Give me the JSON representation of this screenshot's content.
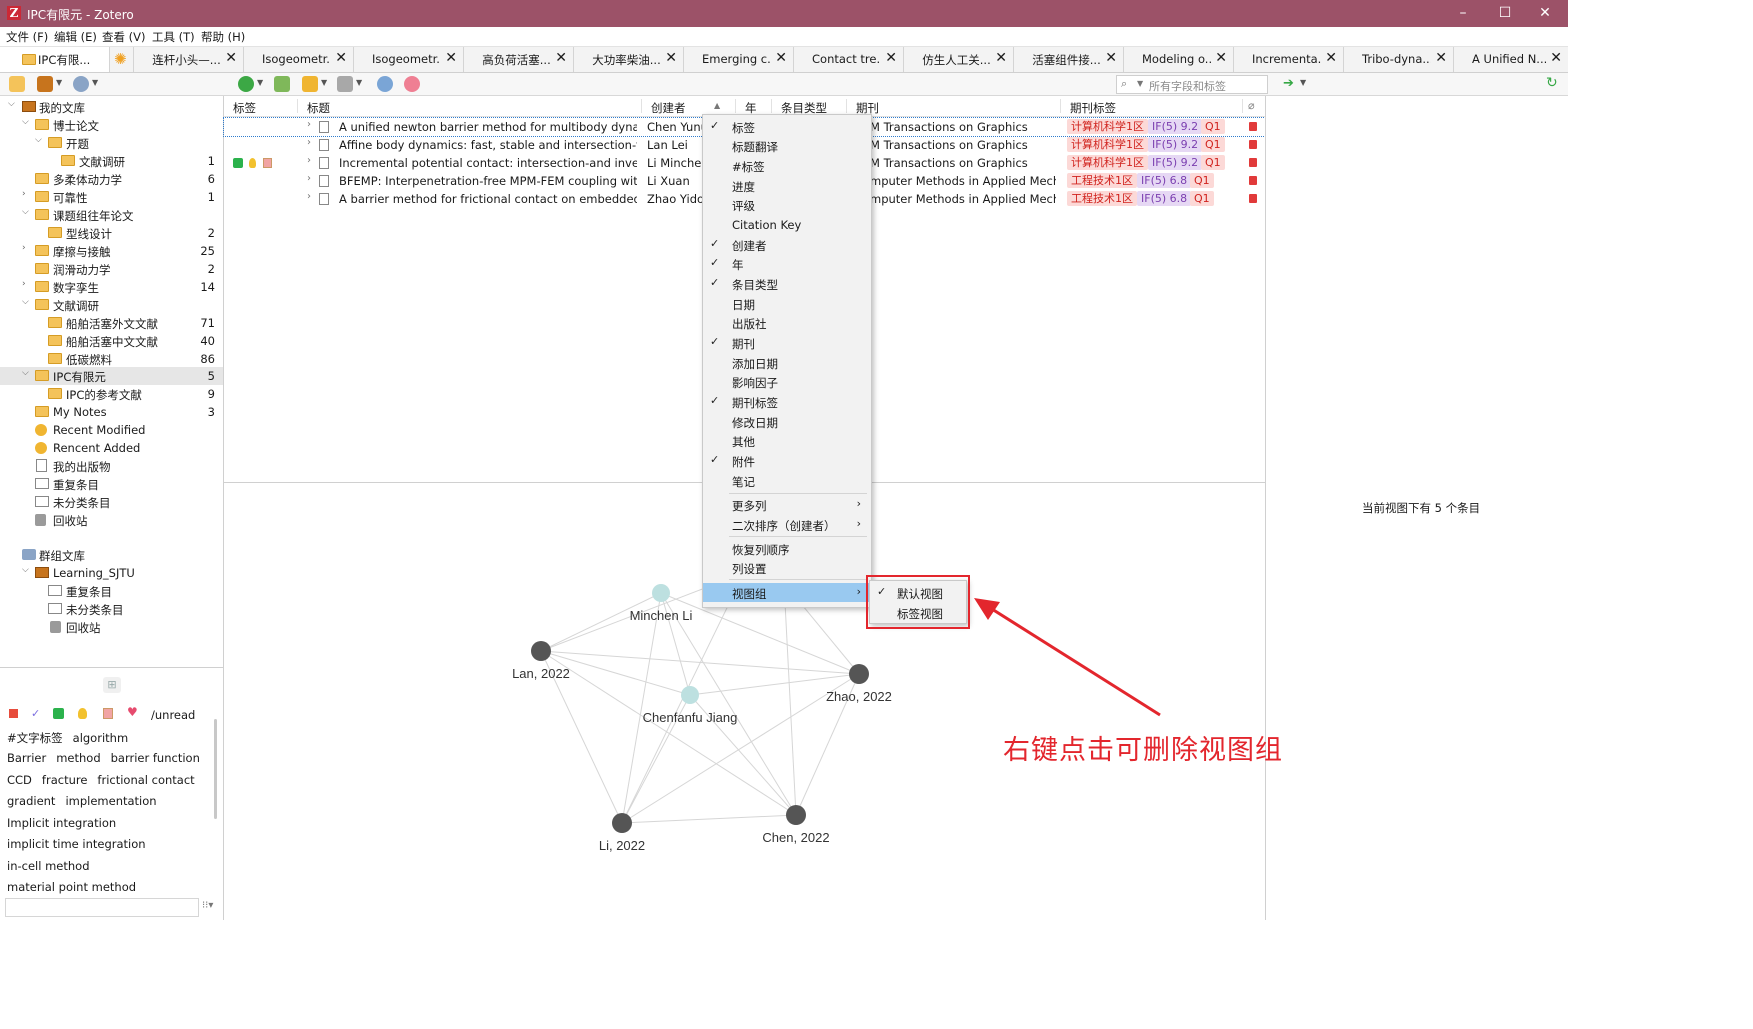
{
  "window": {
    "title": "IPC有限元 - Zotero",
    "logo_letter": "Z"
  },
  "menubar": {
    "items": [
      "文件 (F)",
      "编辑 (E)",
      "查看 (V)",
      "工具 (T)",
      "帮助 (H)"
    ]
  },
  "tabs": [
    "IPC有限...",
    "",
    "连杆小头—...",
    "Isogeometr...",
    "Isogeometr...",
    "高负荷活塞...",
    "大功率柴油...",
    "Emerging c...",
    "Contact tre...",
    "仿生人工关...",
    "活塞组件接...",
    "Modeling o...",
    "Incrementa...",
    "Tribo-dyna...",
    "A Unified N..."
  ],
  "search": {
    "placeholder": "所有字段和标签"
  },
  "tree": [
    {
      "label": "我的文库",
      "count": ""
    },
    {
      "label": "博士论文",
      "count": ""
    },
    {
      "label": "开题",
      "count": ""
    },
    {
      "label": "文献调研",
      "count": "1"
    },
    {
      "label": "多柔体动力学",
      "count": "6"
    },
    {
      "label": "可靠性",
      "count": "1"
    },
    {
      "label": "课题组往年论文",
      "count": ""
    },
    {
      "label": "型线设计",
      "count": "2"
    },
    {
      "label": "摩擦与接触",
      "count": "25"
    },
    {
      "label": "润滑动力学",
      "count": "2"
    },
    {
      "label": "数字孪生",
      "count": "14"
    },
    {
      "label": "文献调研",
      "count": ""
    },
    {
      "label": "船舶活塞外文文献",
      "count": "71"
    },
    {
      "label": "船舶活塞中文文献",
      "count": "40"
    },
    {
      "label": "低碳燃料",
      "count": "86"
    },
    {
      "label": "IPC有限元",
      "count": "5"
    },
    {
      "label": "IPC的参考文献",
      "count": "9"
    },
    {
      "label": "My Notes",
      "count": "3"
    },
    {
      "label": "Recent Modified",
      "count": ""
    },
    {
      "label": "Rencent Added",
      "count": ""
    },
    {
      "label": "我的出版物",
      "count": ""
    },
    {
      "label": "重复条目",
      "count": ""
    },
    {
      "label": "未分类条目",
      "count": ""
    },
    {
      "label": "回收站",
      "count": ""
    },
    {
      "label": "群组文库",
      "count": ""
    },
    {
      "label": "Learning_SJTU",
      "count": ""
    },
    {
      "label": "重复条目",
      "count": ""
    },
    {
      "label": "未分类条目",
      "count": ""
    },
    {
      "label": "回收站",
      "count": ""
    }
  ],
  "tags": {
    "unread": "/unread",
    "lines": [
      [
        "#文字标签",
        "algorithm"
      ],
      [
        "Barrier",
        "method",
        "barrier function"
      ],
      [
        "CCD",
        "fracture",
        "frictional contact"
      ],
      [
        "gradient",
        "implementation"
      ],
      [
        "Implicit integration"
      ],
      [
        "implicit time integration"
      ],
      [
        "in-cell method"
      ],
      [
        "material point method"
      ]
    ]
  },
  "columns": {
    "tag": "标签",
    "title": "标题",
    "creator": "创建者",
    "year": "年",
    "type": "条目类型",
    "journal": "期刊",
    "jtags": "期刊标签"
  },
  "items": [
    {
      "title": "A unified newton barrier method for multibody dynamics",
      "creator": "Chen Yunu",
      "journal": "M Transactions on Graphics",
      "cas": "计算机科学1区",
      "if": "IF(5) 9.2",
      "q": "Q1"
    },
    {
      "title": "Affine body dynamics: fast, stable and intersection-free ...",
      "creator": "Lan Lei",
      "journal": "M Transactions on Graphics",
      "cas": "计算机科学1区",
      "if": "IF(5) 9.2",
      "q": "Q1"
    },
    {
      "title": "Incremental potential contact: intersection-and inversio...",
      "creator": "Li Mincher",
      "journal": "M Transactions on Graphics",
      "cas": "计算机科学1区",
      "if": "IF(5) 9.2",
      "q": "Q1"
    },
    {
      "title": "BFEMP: Interpenetration-free MPM-FEM coupling with ...",
      "creator": "Li Xuan",
      "journal": "mputer Methods in Applied Mecha...",
      "cas": "工程技术1区",
      "if": "IF(5) 6.8",
      "q": "Q1"
    },
    {
      "title": "A barrier method for frictional contact on embedded int...",
      "creator": "Zhao Yido",
      "journal": "mputer Methods in Applied Mecha...",
      "cas": "工程技术1区",
      "if": "IF(5) 6.8",
      "q": "Q1"
    }
  ],
  "context_menu": {
    "items": [
      {
        "label": "标签",
        "checked": "✓"
      },
      {
        "label": "标题翻译",
        "checked": ""
      },
      {
        "label": "#标签",
        "checked": ""
      },
      {
        "label": "进度",
        "checked": ""
      },
      {
        "label": "评级",
        "checked": ""
      },
      {
        "label": "Citation Key",
        "checked": ""
      },
      {
        "label": "创建者",
        "checked": "✓"
      },
      {
        "label": "年",
        "checked": "✓"
      },
      {
        "label": "条目类型",
        "checked": "✓"
      },
      {
        "label": "日期",
        "checked": ""
      },
      {
        "label": "出版社",
        "checked": ""
      },
      {
        "label": "期刊",
        "checked": "✓"
      },
      {
        "label": "添加日期",
        "checked": ""
      },
      {
        "label": "影响因子",
        "checked": ""
      },
      {
        "label": "期刊标签",
        "checked": "✓"
      },
      {
        "label": "修改日期",
        "checked": ""
      },
      {
        "label": "其他",
        "checked": ""
      },
      {
        "label": "附件",
        "checked": "✓"
      },
      {
        "label": "笔记",
        "checked": ""
      }
    ],
    "more_columns": "更多列",
    "secondary_sort": "二次排序（创建者）",
    "restore_order": "恢复列顺序",
    "column_settings": "列设置",
    "view_group": "视图组",
    "arrow": "›"
  },
  "submenu": {
    "items": [
      {
        "label": "默认视图",
        "checked": "✓"
      },
      {
        "label": "标签视图",
        "checked": ""
      }
    ]
  },
  "graph": {
    "nodes": [
      {
        "label": "Minchen Li"
      },
      {
        "label": "Lan, 2022"
      },
      {
        "label": "Zhao, 2022"
      },
      {
        "label": "Chenfanfu Jiang"
      },
      {
        "label": "Li, 2022"
      },
      {
        "label": "Chen, 2022"
      }
    ]
  },
  "right_pane": {
    "message": "当前视图下有 5 个条目"
  },
  "annotation": "右键点击可删除视图组",
  "colors": {
    "titlebar": "#9c5268",
    "highlight": "#99c9f0",
    "annotation": "#e3262d"
  }
}
